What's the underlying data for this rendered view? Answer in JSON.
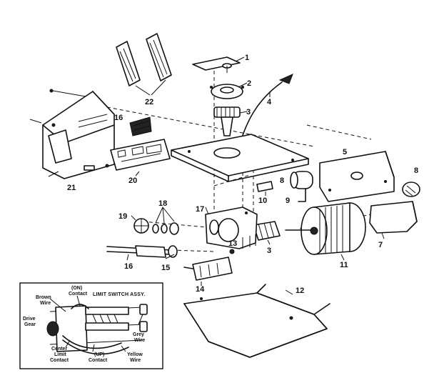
{
  "callouts": {
    "c1": "1",
    "c2": "2",
    "c3a": "3",
    "c3b": "3",
    "c4": "4",
    "c5": "5",
    "c8a": "8",
    "c8b": "8",
    "c7": "7",
    "c9": "9",
    "c10": "10",
    "c11": "11",
    "c12": "12",
    "c13": "13",
    "c14": "14",
    "c15": "15",
    "c16a": "16",
    "c16b": "16",
    "c17": "17",
    "c18": "18",
    "c19": "19",
    "c20": "20",
    "c21": "21",
    "c22": "22"
  },
  "inset": {
    "title": "LIMIT SWITCH ASSY.",
    "labels": {
      "on_contact_1": "(ON)",
      "on_contact_2": "Contact",
      "brown_1": "Brown",
      "brown_2": "Wire",
      "drive_1": "Drive",
      "drive_2": "Gear",
      "grey_1": "Grey",
      "grey_2": "Wire",
      "center_1": "Center",
      "center_2": "Limit",
      "center_3": "Contact",
      "up_1": "(UP)",
      "up_2": "Contact",
      "yellow_1": "Yellow",
      "yellow_2": "Wire"
    }
  }
}
